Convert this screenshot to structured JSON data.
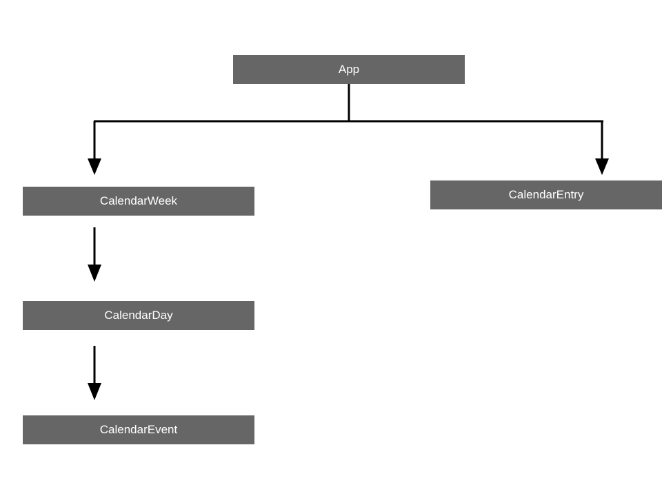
{
  "diagram": {
    "nodes": {
      "app": "App",
      "calendar_week": "CalendarWeek",
      "calendar_day": "CalendarDay",
      "calendar_event": "CalendarEvent",
      "calendar_entry": "CalendarEntry"
    },
    "edges": [
      {
        "from": "App",
        "to": "CalendarWeek"
      },
      {
        "from": "App",
        "to": "CalendarEntry"
      },
      {
        "from": "CalendarWeek",
        "to": "CalendarDay"
      },
      {
        "from": "CalendarDay",
        "to": "CalendarEvent"
      }
    ],
    "colors": {
      "node_fill": "#666666",
      "node_text": "#ffffff",
      "edge": "#000000"
    }
  }
}
